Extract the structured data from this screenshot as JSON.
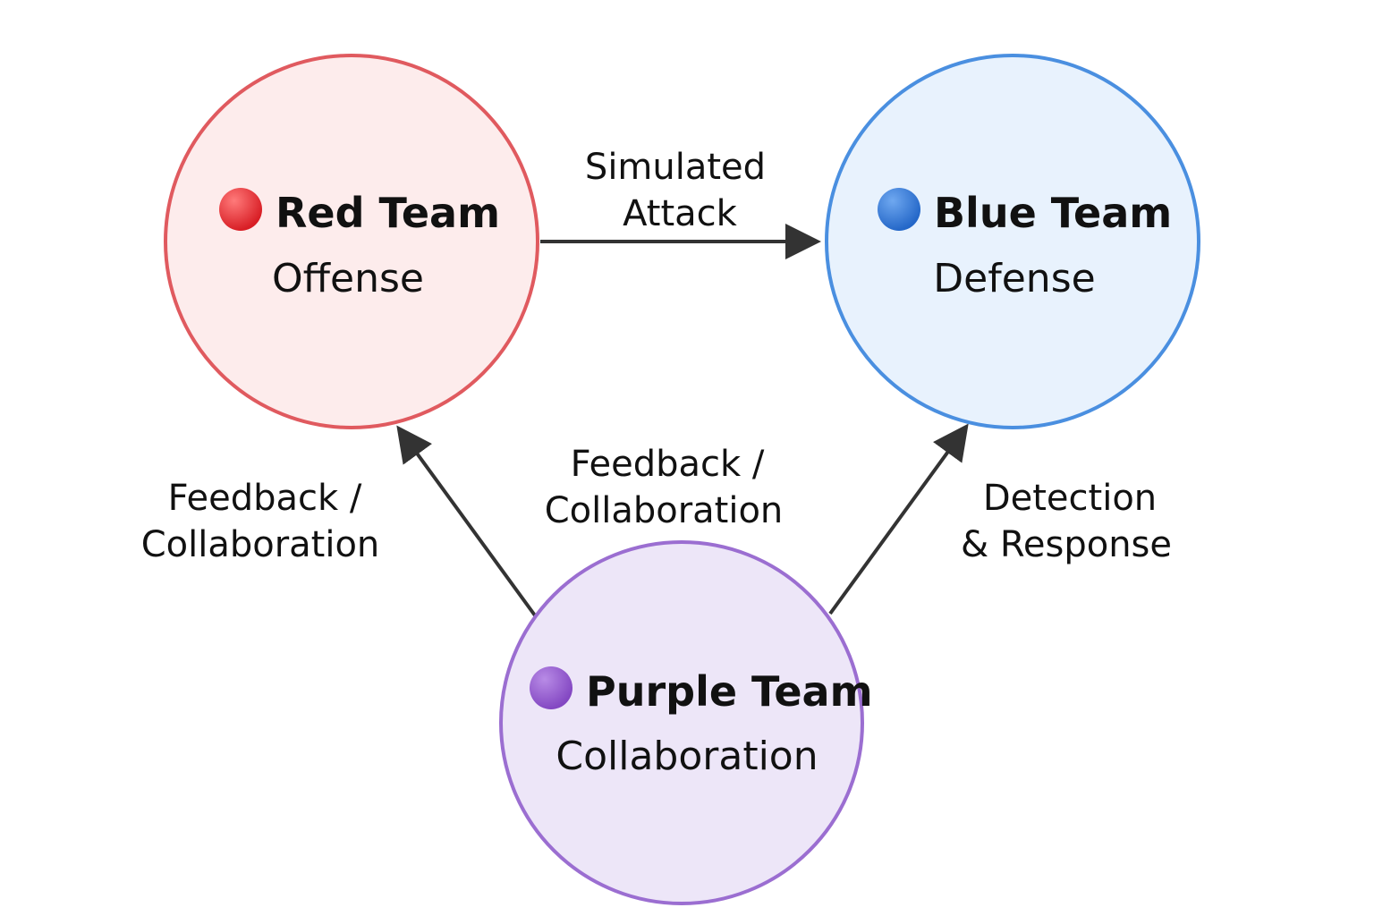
{
  "nodes": {
    "red": {
      "title": "Red Team",
      "subtitle": "Offense",
      "stroke": "#E05A5F",
      "fill": "#FDECEC",
      "dot": "#E0242B"
    },
    "blue": {
      "title": "Blue Team",
      "subtitle": "Defense",
      "stroke": "#4A8FE0",
      "fill": "#E8F2FD",
      "dot": "#2F78D8"
    },
    "purple": {
      "title": "Purple Team",
      "subtitle": "Collaboration",
      "stroke": "#9B6ED1",
      "fill": "#EDE6F8",
      "dot": "#9A5CD0"
    }
  },
  "edges": {
    "attack": {
      "line1": "Simulated",
      "line2": "Attack"
    },
    "purple_to_red": {
      "line1": "Feedback /",
      "line2": "Collaboration"
    },
    "purple_to_red_center": {
      "line1": "Feedback /",
      "line2": "Collaboration"
    },
    "purple_to_blue": {
      "line1": "Detection",
      "line2": "& Response"
    }
  },
  "colors": {
    "arrow": "#333333",
    "text": "#111111",
    "background": "#FFFFFF"
  }
}
